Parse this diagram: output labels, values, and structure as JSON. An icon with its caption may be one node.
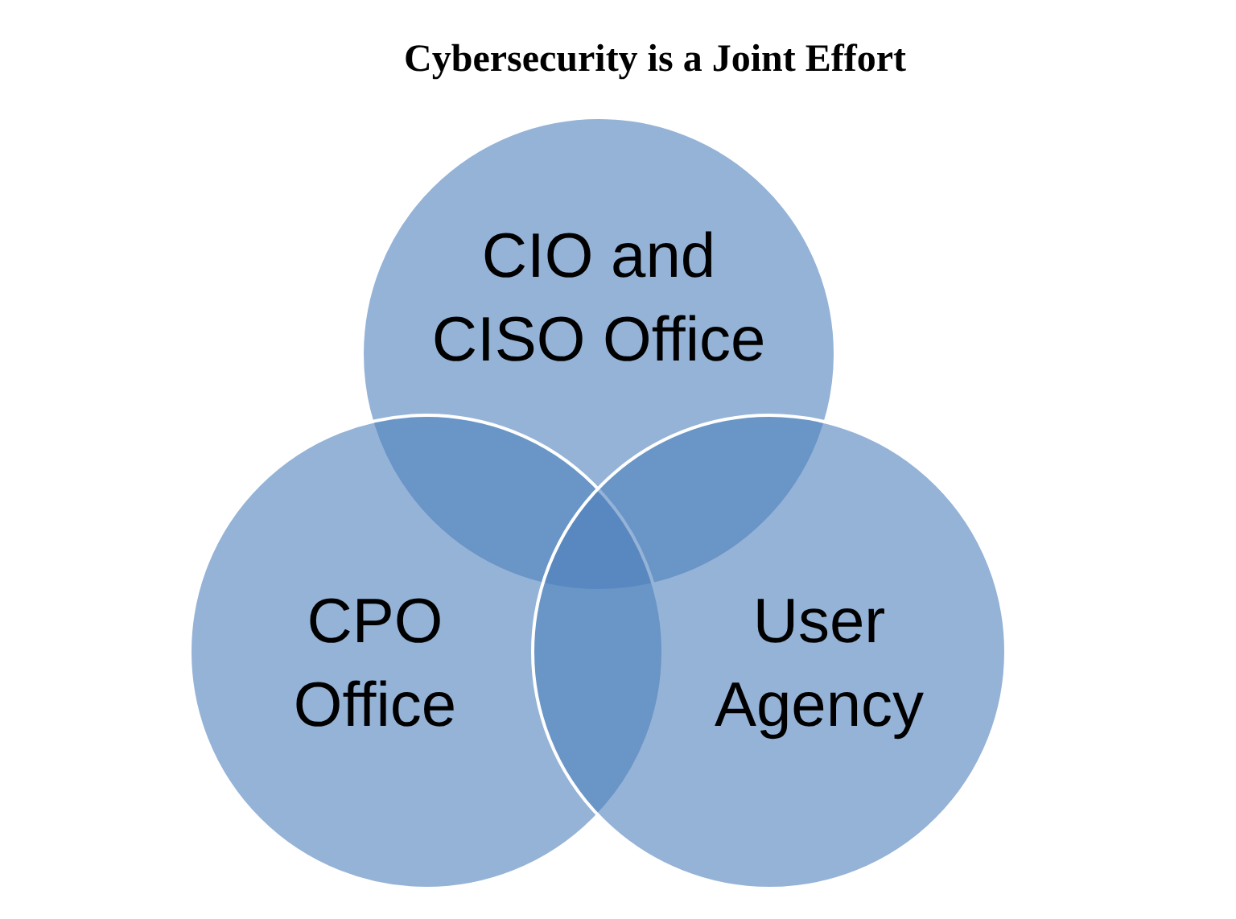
{
  "diagram": {
    "title": "Cybersecurity is a Joint Effort",
    "nodes": [
      {
        "text": [
          "CIO and CISO Office"
        ]
      },
      {
        "text": [
          "CPO Office"
        ]
      },
      {
        "text": [
          "User Agency"
        ]
      }
    ]
  }
}
